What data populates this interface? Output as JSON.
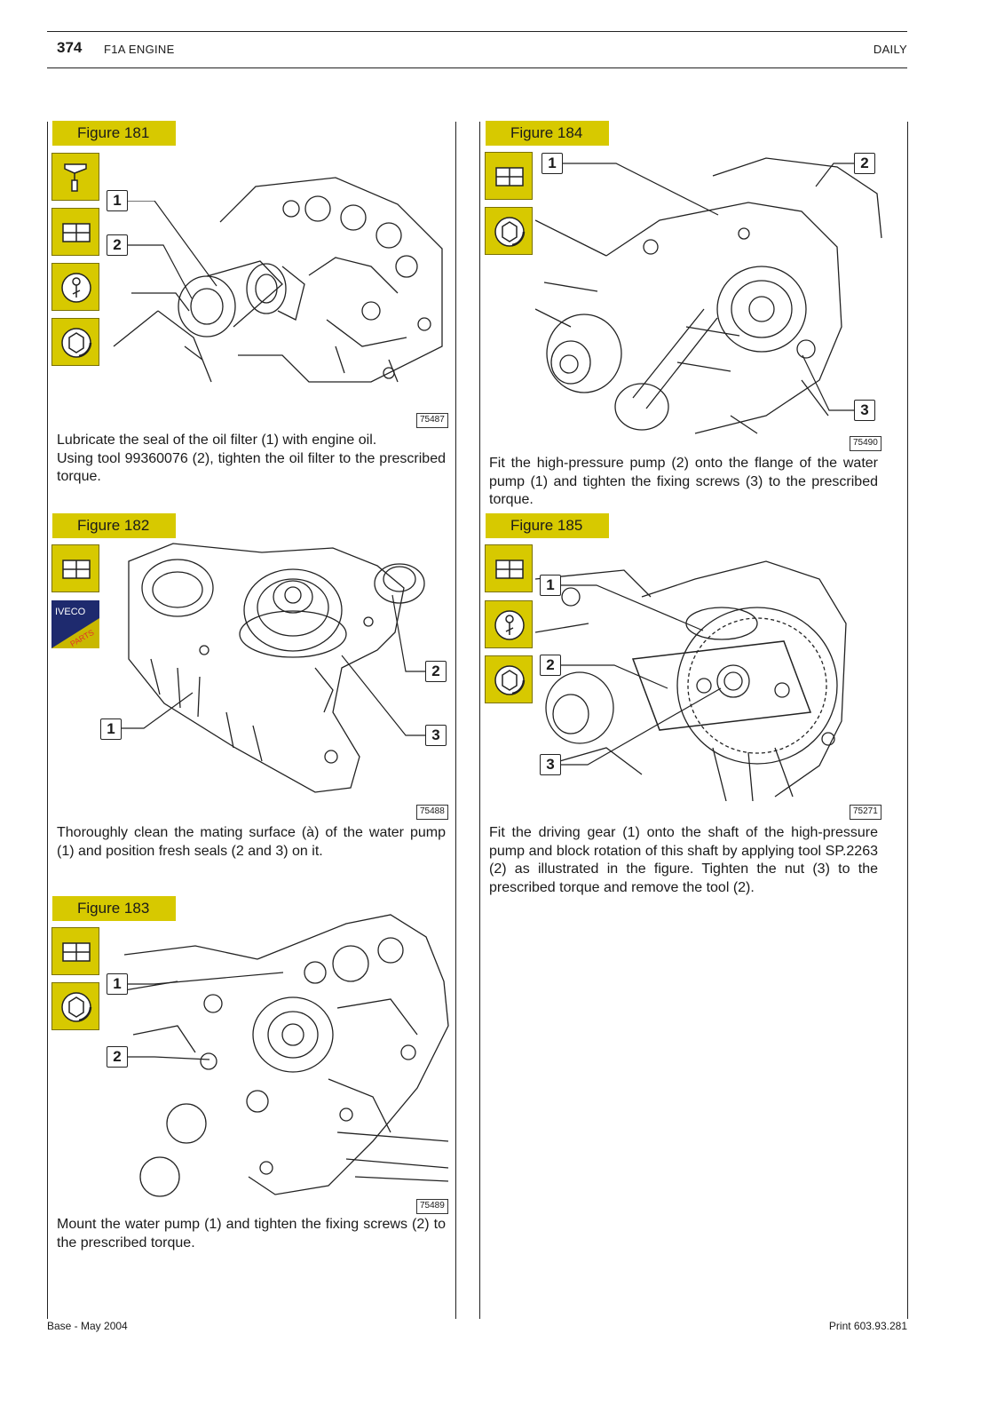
{
  "header": {
    "page_number": "374",
    "section": "F1A ENGINE",
    "model": "DAILY"
  },
  "figures": [
    {
      "label": "Figure 181",
      "code": "75487",
      "callouts": [
        "1",
        "2"
      ],
      "text": [
        "Lubricate the seal of the oil filter (1) with engine oil.",
        "Using tool 99360076 (2), tighten the oil filter to the prescribed torque."
      ]
    },
    {
      "label": "Figure 182",
      "code": "75488",
      "callouts": [
        "1",
        "2",
        "3"
      ],
      "text": [
        "Thoroughly clean the mating surface (à) of the water pump (1) and position fresh seals (2 and 3) on it."
      ]
    },
    {
      "label": "Figure 183",
      "code": "75489",
      "callouts": [
        "1",
        "2"
      ],
      "text": [
        "Mount the water pump (1) and tighten the fixing screws (2) to the prescribed torque."
      ]
    },
    {
      "label": "Figure 184",
      "code": "75490",
      "callouts": [
        "1",
        "2",
        "3"
      ],
      "text": [
        "Fit the high-pressure pump (2) onto the flange of the water pump (1) and tighten the fixing screws (3) to the prescribed torque."
      ]
    },
    {
      "label": "Figure 185",
      "code": "75271",
      "callouts": [
        "1",
        "2",
        "3"
      ],
      "text": [
        "Fit the driving gear (1) onto the shaft of the high-pressure pump and block rotation of this shaft by applying tool SP.2263 (2) as illustrated in the figure. Tighten the nut (3) to the prescribed torque and remove the tool (2)."
      ]
    }
  ],
  "logo": {
    "brand": "IVECO",
    "sub": "PARTS"
  },
  "footer": {
    "left": "Base - May 2004",
    "right": "Print 603.93.281"
  },
  "colors": {
    "label_bg": "#d7c900",
    "logo_bg": "#1e2a6e",
    "logo_accent": "#e0342a"
  }
}
